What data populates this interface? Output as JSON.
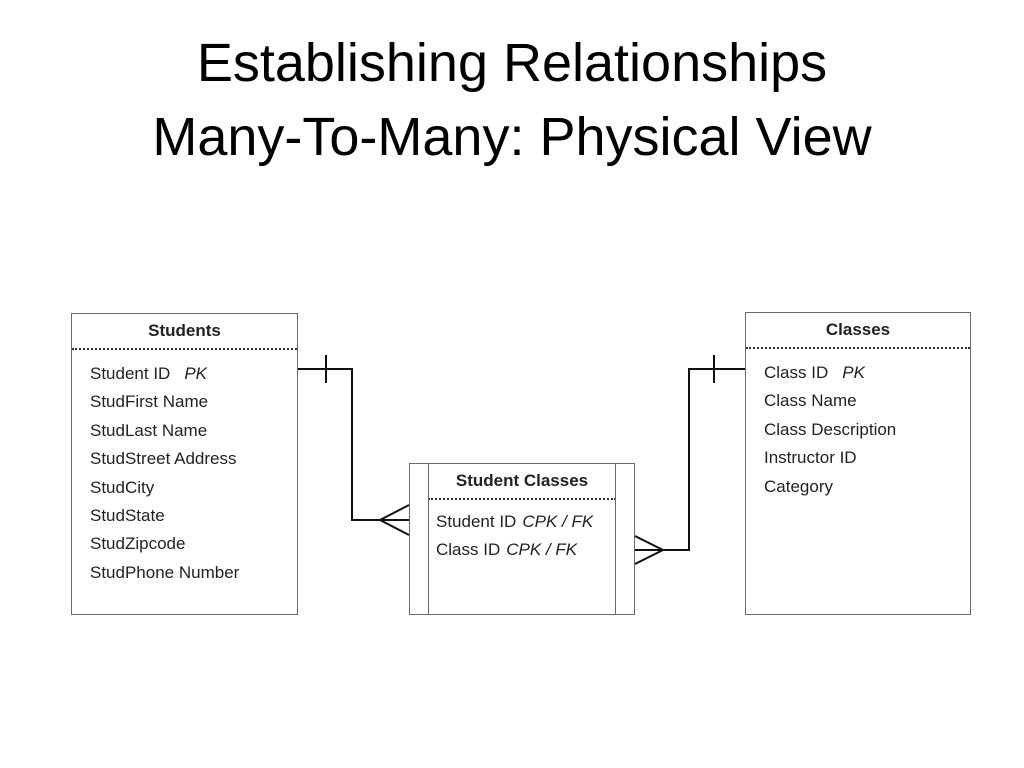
{
  "slide": {
    "title_line1": "Establishing Relationships",
    "title_line2": "Many-To-Many: Physical View"
  },
  "diagram": {
    "students": {
      "title": "Students",
      "fields": [
        {
          "name": "Student ID",
          "key": "PK"
        },
        {
          "name": "StudFirst Name",
          "key": ""
        },
        {
          "name": "StudLast Name",
          "key": ""
        },
        {
          "name": "StudStreet Address",
          "key": ""
        },
        {
          "name": "StudCity",
          "key": ""
        },
        {
          "name": "StudState",
          "key": ""
        },
        {
          "name": "StudZipcode",
          "key": ""
        },
        {
          "name": "StudPhone Number",
          "key": ""
        }
      ]
    },
    "student_classes": {
      "title": "Student Classes",
      "fields": [
        {
          "name": "Student ID",
          "key": "CPK / FK"
        },
        {
          "name": "Class ID",
          "key": "CPK / FK"
        }
      ]
    },
    "classes": {
      "title": "Classes",
      "fields": [
        {
          "name": "Class ID",
          "key": "PK"
        },
        {
          "name": "Class Name",
          "key": ""
        },
        {
          "name": "Class Description",
          "key": ""
        },
        {
          "name": "Instructor ID",
          "key": ""
        },
        {
          "name": "Category",
          "key": ""
        }
      ]
    },
    "relationships": [
      {
        "from": "Students",
        "to": "Student Classes",
        "from_end": "one",
        "to_end": "many"
      },
      {
        "from": "Classes",
        "to": "Student Classes",
        "from_end": "one",
        "to_end": "many"
      }
    ]
  }
}
